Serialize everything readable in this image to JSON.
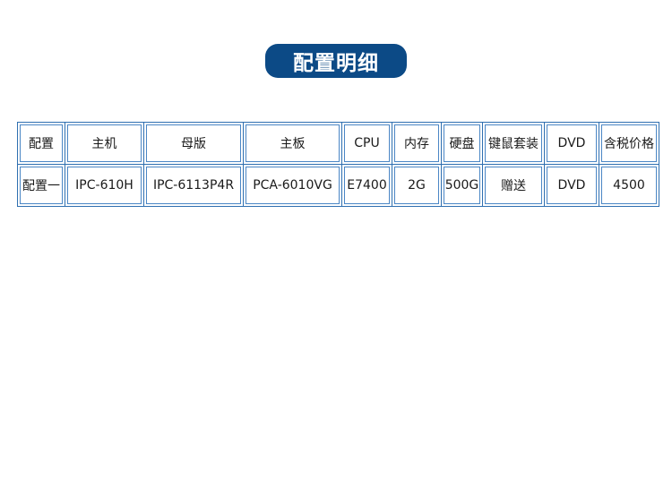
{
  "title": "配置明细",
  "table": {
    "headers": [
      "配置",
      "主机",
      "母版",
      "主板",
      "CPU",
      "内存",
      "硬盘",
      "键鼠套装",
      "DVD",
      "含税价格"
    ],
    "rows": [
      [
        "配置一",
        "IPC-610H",
        "IPC-6113P4R",
        "PCA-6010VG",
        "E7400",
        "2G",
        "500G",
        "赠送",
        "DVD",
        "4500"
      ]
    ]
  },
  "colors": {
    "title_background": "#0c4a86",
    "title_text": "#ffffff",
    "table_border": "#2f6fb0"
  }
}
